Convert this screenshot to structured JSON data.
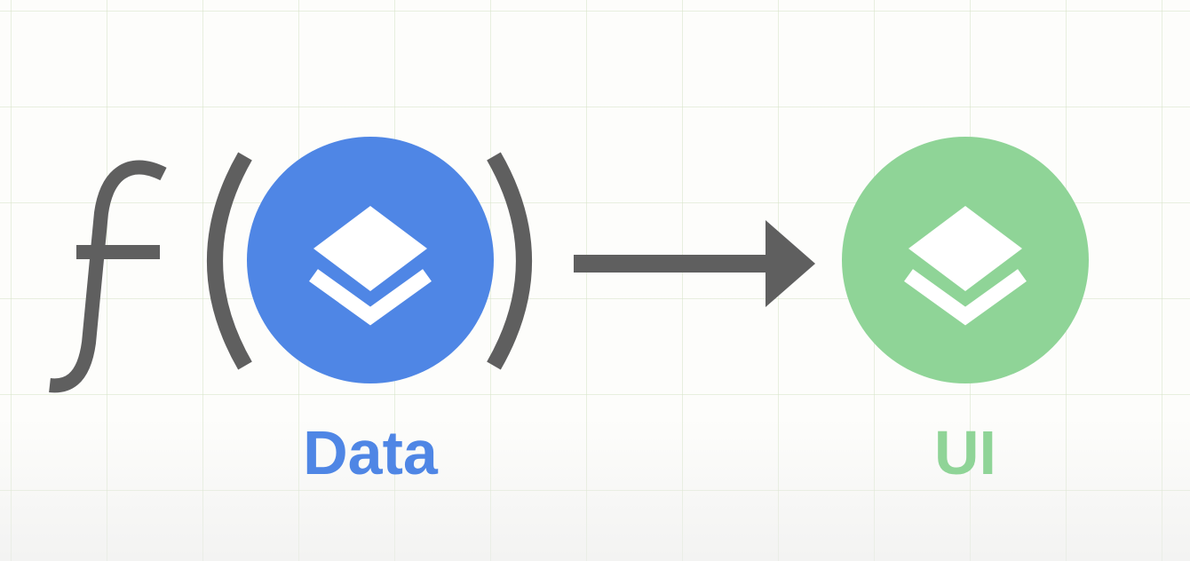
{
  "diagram": {
    "function_symbol": "ƒ",
    "input": {
      "label": "Data",
      "icon": "layers-icon",
      "color": "#4f86e5"
    },
    "output": {
      "label": "UI",
      "icon": "layers-icon",
      "color": "#8fd497"
    },
    "connector": {
      "icon": "arrow-right-icon",
      "color": "#5f5f5f"
    },
    "symbol_color": "#5f5f5f"
  }
}
